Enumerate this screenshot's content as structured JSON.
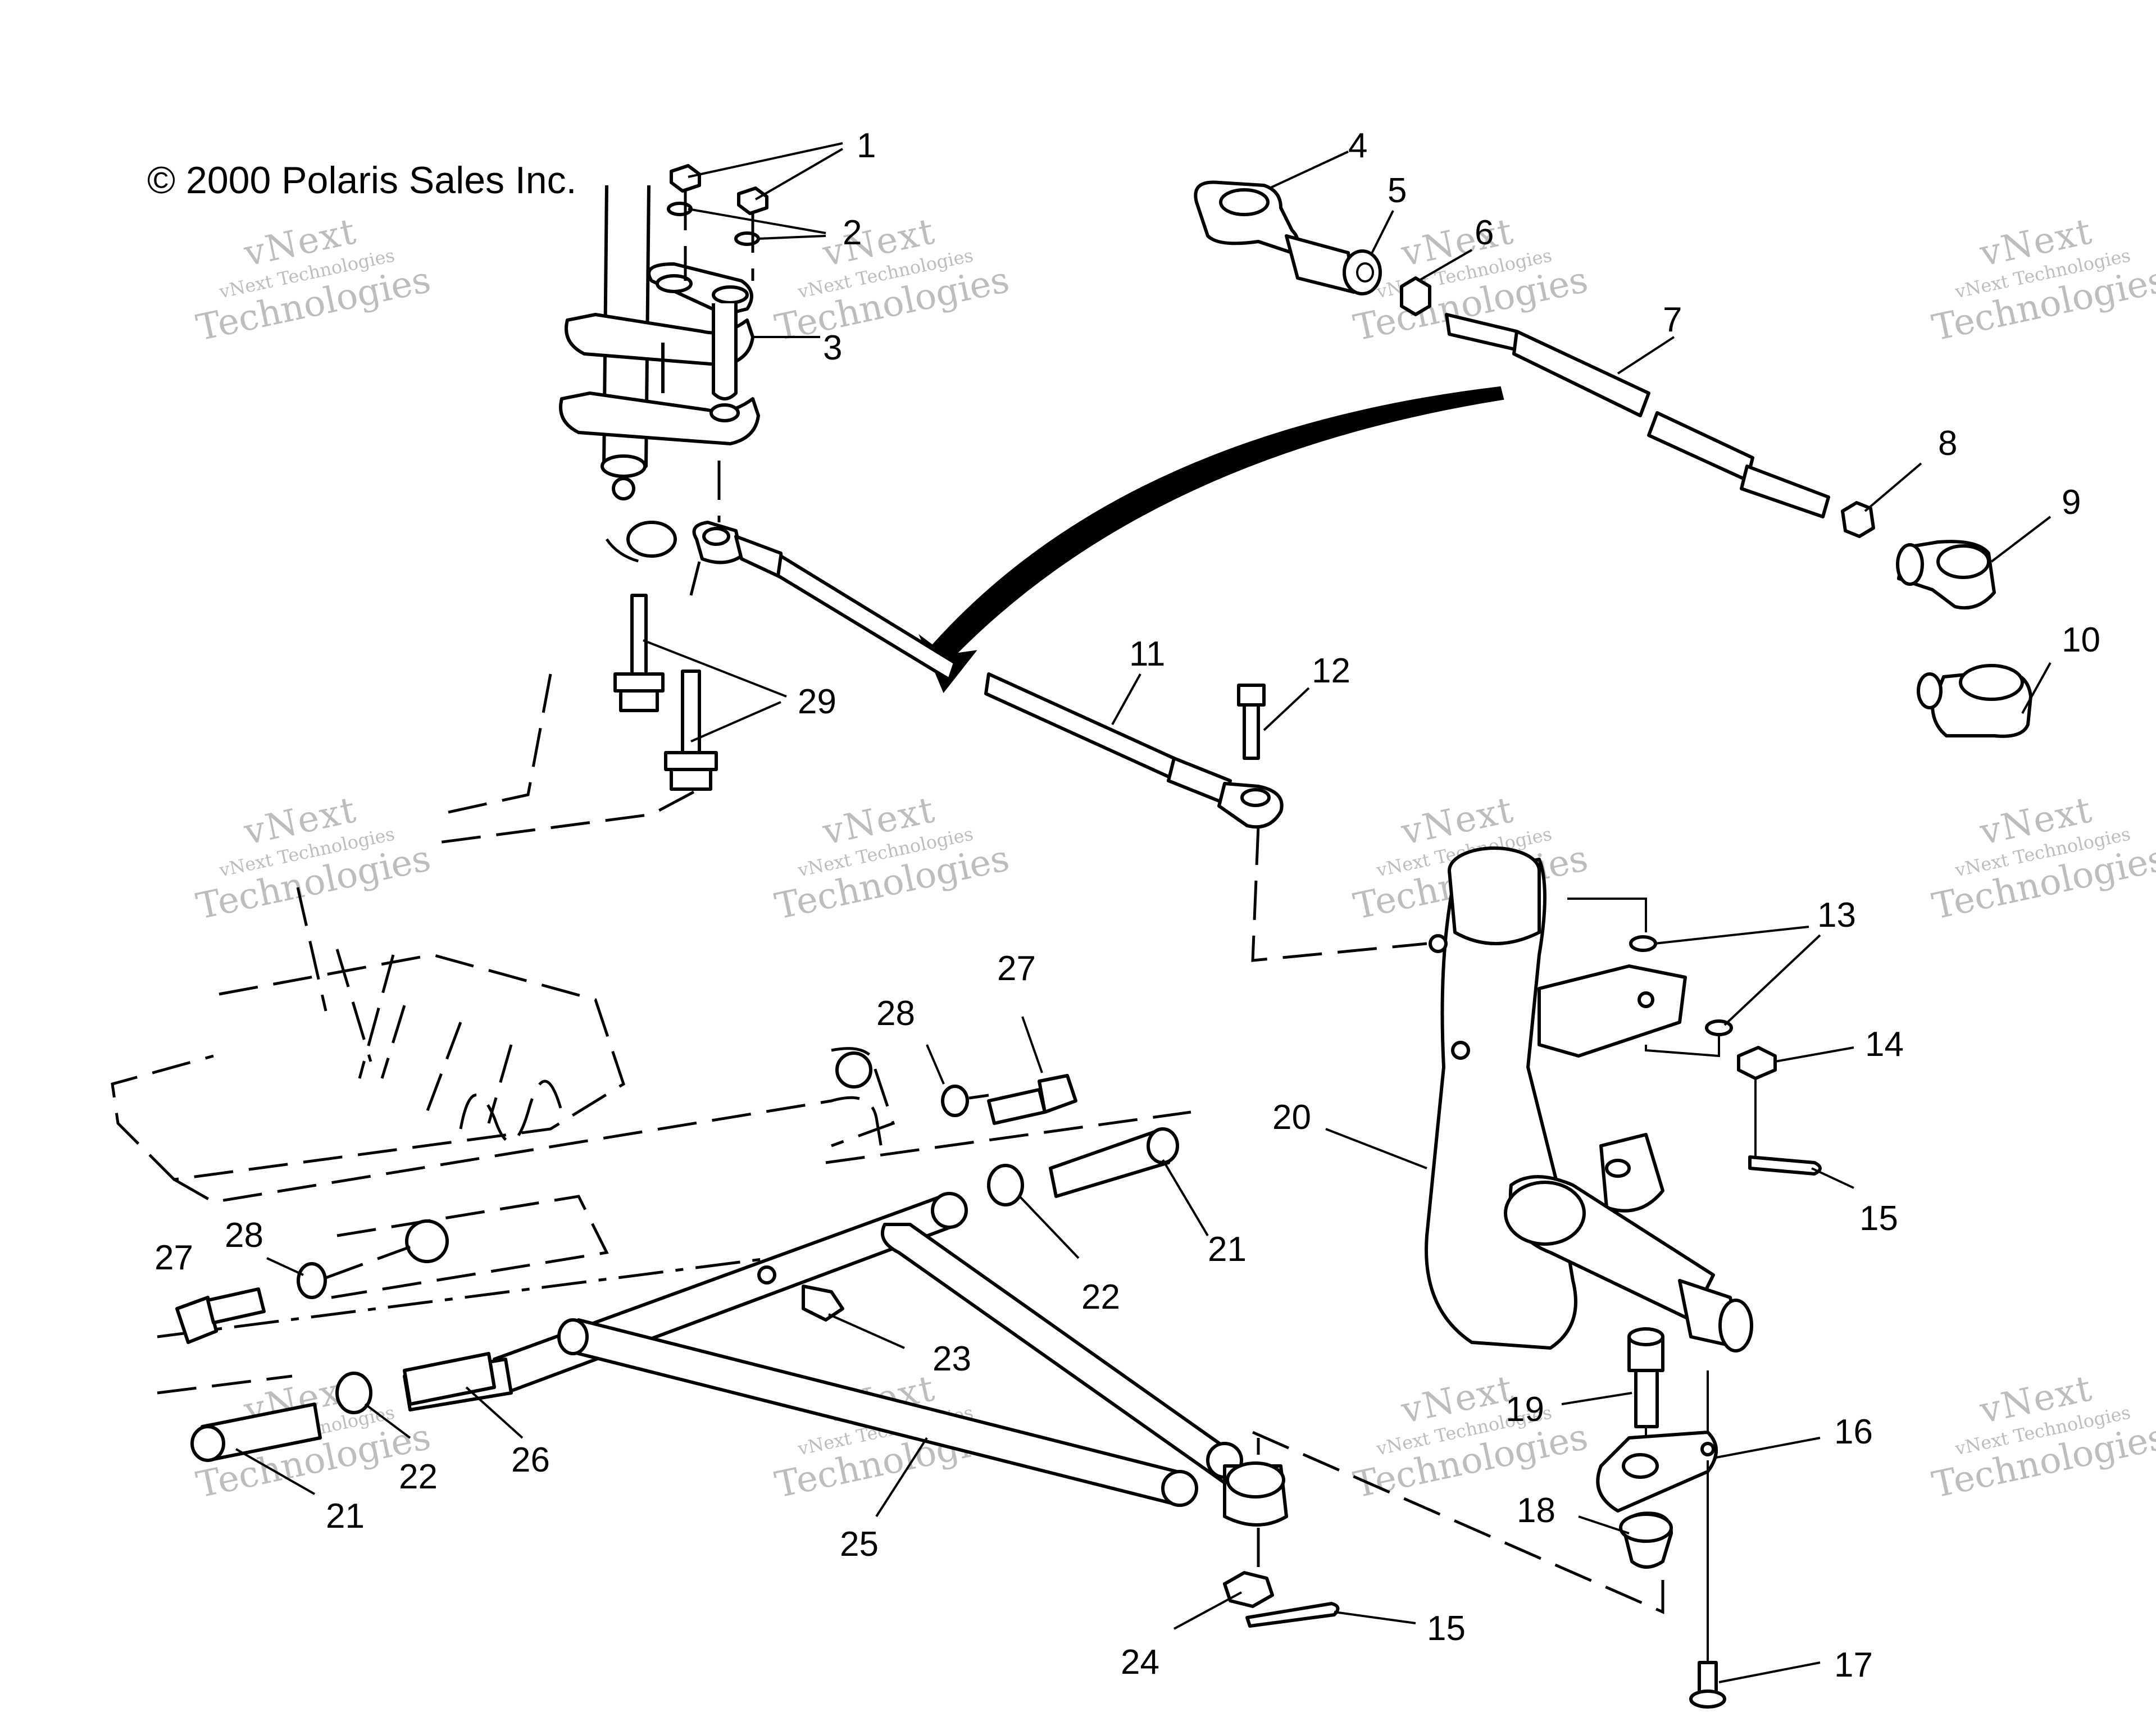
{
  "diagram": {
    "copyright": "© 2000 Polaris Sales Inc.",
    "watermark": {
      "line1": "vNext",
      "line2": "vNext Technologies",
      "line3": "Technologies"
    },
    "callouts": [
      "1",
      "2",
      "3",
      "4",
      "5",
      "6",
      "7",
      "8",
      "9",
      "10",
      "11",
      "12",
      "13",
      "14",
      "15",
      "15",
      "16",
      "17",
      "18",
      "19",
      "20",
      "21",
      "21",
      "22",
      "22",
      "23",
      "24",
      "25",
      "26",
      "27",
      "27",
      "28",
      "28",
      "29"
    ]
  }
}
